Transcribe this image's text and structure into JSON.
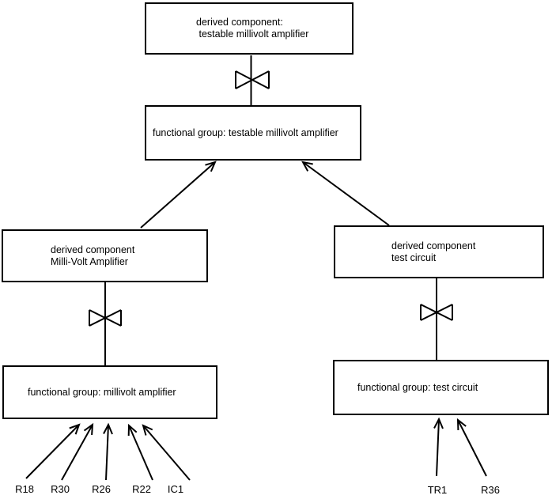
{
  "colors": {
    "background": "#ffffff",
    "line": "#000000",
    "text": "#000000"
  },
  "nodes": {
    "derived_testable": {
      "label": "derived component:\n testable millivolt amplifier"
    },
    "fg_testable": {
      "label": "functional group: testable millivolt amplifier"
    },
    "derived_mv": {
      "label": "derived component\nMilli-Volt Amplifier"
    },
    "fg_mv": {
      "label": "functional group: millivolt amplifier"
    },
    "derived_tc": {
      "label": "derived component\ntest circuit"
    },
    "fg_tc": {
      "label": "functional group: test circuit"
    }
  },
  "leaves": {
    "r18": "R18",
    "r30": "R30",
    "r26": "R26",
    "r22": "R22",
    "ic1": "IC1",
    "tr1": "TR1",
    "r36": "R36"
  },
  "icons": {
    "bowtie": "⋈"
  }
}
